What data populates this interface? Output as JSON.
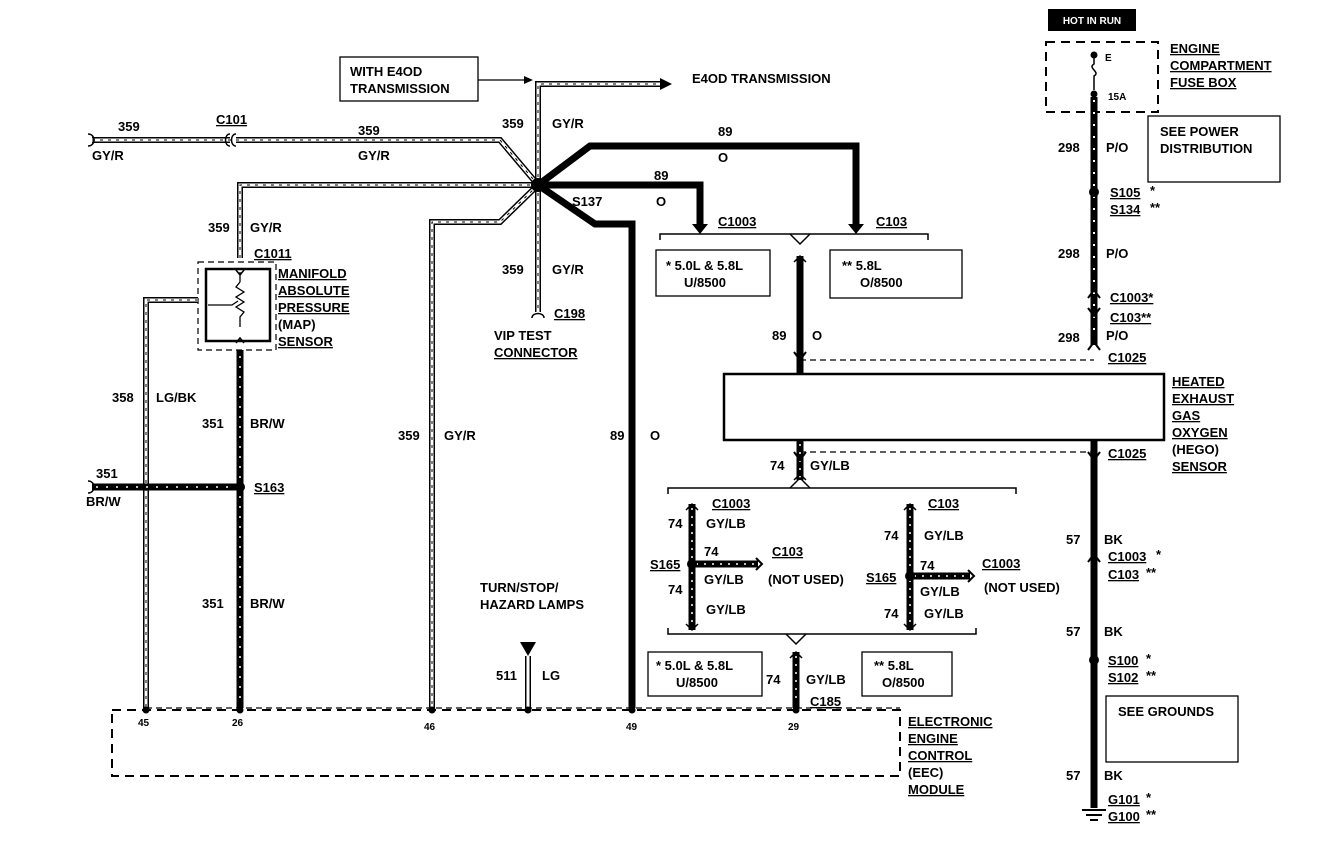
{
  "header": {
    "hot_in_run": "HOT IN RUN"
  },
  "fuse_box": {
    "label_1": "ENGINE",
    "label_2": "COMPARTMENT",
    "label_3": "FUSE BOX",
    "fuse_letter": "E",
    "fuse_rating": "15A"
  },
  "power": {
    "note_1": "SEE POWER",
    "note_2": "DISTRIBUTION",
    "circuit": "298",
    "color": "P/O"
  },
  "splices_top": {
    "s105": "S105",
    "s134": "S134",
    "star1": "*",
    "star2": "**"
  },
  "connectors_right": {
    "c1003_top": "C1003*",
    "c103_top": "C103**",
    "c1025_top": "C1025",
    "c1025_bottom": "C1025",
    "c1003_bk": "C1003",
    "c103_bk": "C103",
    "star1": "*",
    "star2": "**"
  },
  "hego": {
    "label_1": "HEATED",
    "label_2": "EXHAUST",
    "label_3": "GAS",
    "label_4": "OXYGEN",
    "label_5": "(HEGO)",
    "label_6": "SENSOR"
  },
  "ground": {
    "circuit": "57",
    "color": "BK",
    "s100": "S100",
    "s102": "S102",
    "grounds_note": "SEE GROUNDS",
    "g101": "G101",
    "g100": "G100"
  },
  "e4od": {
    "note_1": "WITH E4OD",
    "note_2": "TRANSMISSION",
    "target": "E4OD TRANSMISSION"
  },
  "left_wires": {
    "circuit_359": "359",
    "color_gyr": "GY/R",
    "c101": "C101",
    "c1011": "C1011",
    "circuit_358": "358",
    "color_lgbk": "LG/BK",
    "circuit_351": "351",
    "color_brw": "BR/W",
    "s163": "S163"
  },
  "map_sensor": {
    "label_1": "MANIFOLD",
    "label_2": "ABSOLUTE",
    "label_3": "PRESSURE",
    "label_4": "(MAP)",
    "label_5": "SENSOR"
  },
  "vip": {
    "c198": "C198",
    "label_1": "VIP TEST",
    "label_2": "CONNECTOR"
  },
  "center": {
    "s137": "S137",
    "circuit_89": "89",
    "color_o": "O",
    "c1003": "C1003",
    "c103": "C103"
  },
  "variant_top": {
    "left_1": "* 5.0L & 5.8L",
    "left_2": "U/8500",
    "right_1": "** 5.8L",
    "right_2": "O/8500"
  },
  "gylb": {
    "circuit_74": "74",
    "color": "GY/LB",
    "c1003": "C1003",
    "c103": "C103",
    "s165": "S165",
    "not_used": "(NOT USED)"
  },
  "variant_bottom": {
    "left_1": "* 5.0L & 5.8L",
    "left_2": "U/8500",
    "right_1": "** 5.8L",
    "right_2": "O/8500",
    "c185": "C185"
  },
  "lamps": {
    "label_1": "TURN/STOP/",
    "label_2": "HAZARD LAMPS",
    "circuit": "511",
    "color": "LG"
  },
  "eec": {
    "label_1": "ELECTRONIC",
    "label_2": "ENGINE",
    "label_3": "CONTROL",
    "label_4": "(EEC)",
    "label_5": "MODULE",
    "pin_45": "45",
    "pin_26": "26",
    "pin_46": "46",
    "pin_49": "49",
    "pin_29": "29"
  }
}
